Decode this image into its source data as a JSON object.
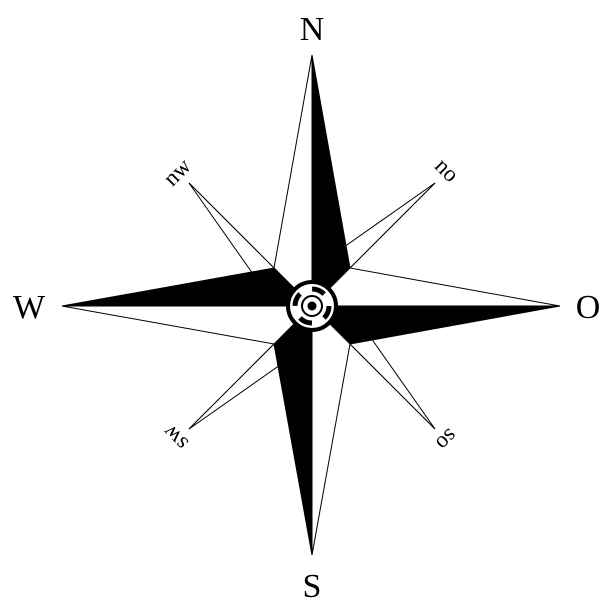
{
  "rose": {
    "cardinals": {
      "north": "N",
      "east": "O",
      "south": "S",
      "west": "W"
    },
    "intercardinals": {
      "northeast": "no",
      "southeast": "so",
      "southwest": "sw",
      "northwest": "nw"
    },
    "colors": {
      "ink": "#000000",
      "paper": "#ffffff"
    }
  }
}
